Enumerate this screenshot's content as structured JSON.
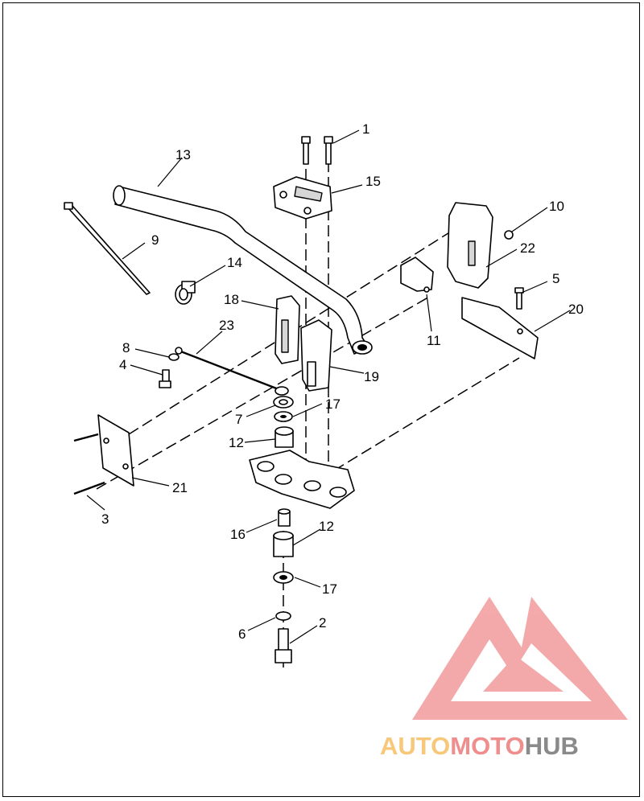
{
  "diagram": {
    "callouts": [
      {
        "id": "c1",
        "label": "1"
      },
      {
        "id": "c2",
        "label": "2"
      },
      {
        "id": "c3",
        "label": "3"
      },
      {
        "id": "c4",
        "label": "4"
      },
      {
        "id": "c5",
        "label": "5"
      },
      {
        "id": "c6",
        "label": "6"
      },
      {
        "id": "c7",
        "label": "7"
      },
      {
        "id": "c8",
        "label": "8"
      },
      {
        "id": "c9",
        "label": "9"
      },
      {
        "id": "c10",
        "label": "10"
      },
      {
        "id": "c11",
        "label": "11"
      },
      {
        "id": "c12a",
        "label": "12"
      },
      {
        "id": "c12b",
        "label": "12"
      },
      {
        "id": "c13",
        "label": "13"
      },
      {
        "id": "c14",
        "label": "14"
      },
      {
        "id": "c15",
        "label": "15"
      },
      {
        "id": "c16",
        "label": "16"
      },
      {
        "id": "c17a",
        "label": "17"
      },
      {
        "id": "c17b",
        "label": "17"
      },
      {
        "id": "c18",
        "label": "18"
      },
      {
        "id": "c19",
        "label": "19"
      },
      {
        "id": "c20",
        "label": "20"
      },
      {
        "id": "c21",
        "label": "21"
      },
      {
        "id": "c22",
        "label": "22"
      },
      {
        "id": "c23",
        "label": "23"
      }
    ]
  },
  "watermark": {
    "part1": "AUTO",
    "part2": "MOTO",
    "part3": "HUB",
    "color_auto": "#f7c77a",
    "color_moto": "#f08d8d",
    "color_hub": "#8a8a8a",
    "logo_color": "#f08d8d"
  }
}
